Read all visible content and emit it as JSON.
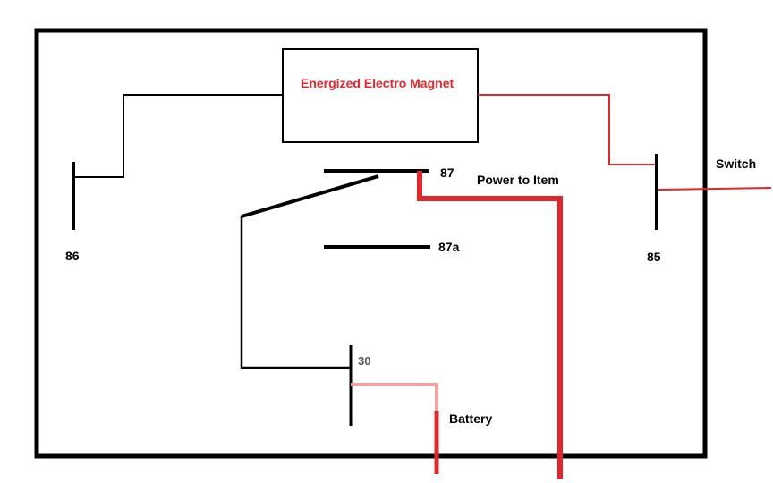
{
  "labels": {
    "magnet": "Energized Electro Magnet",
    "switch": "Switch",
    "power_to_item": "Power to Item",
    "battery": "Battery",
    "pin_86": "86",
    "pin_85": "85",
    "pin_87": "87",
    "pin_87a": "87a",
    "pin_30": "30"
  },
  "colors": {
    "wire_black": "#000000",
    "wire_red": "#e1262c",
    "wire_pink": "#f4a1a1",
    "text_red": "#e1262c"
  }
}
